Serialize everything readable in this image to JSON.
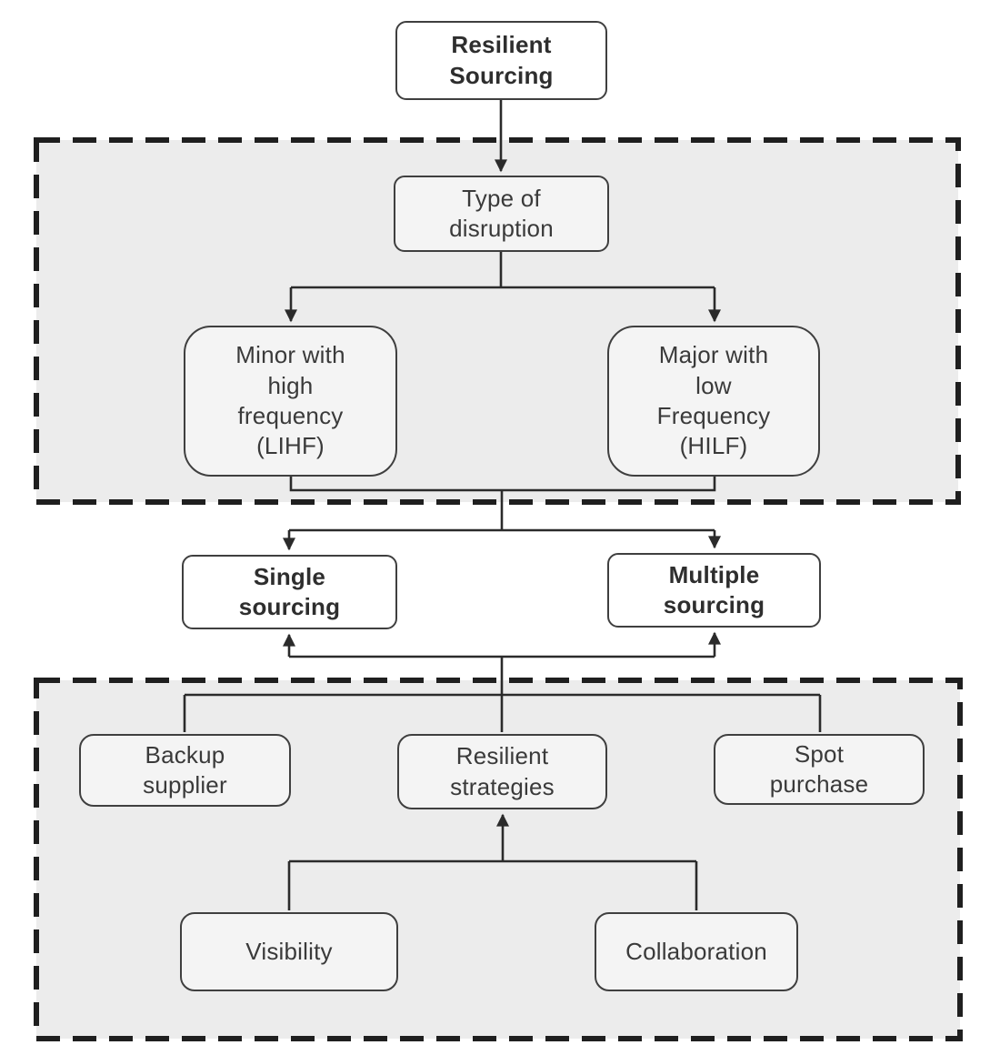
{
  "title": "Resilient Sourcing decision flowchart",
  "colors": {
    "background": "#ffffff",
    "region_fill": "#ececec",
    "region_dash": "#1f1f1f",
    "node_fill": "#f4f4f4",
    "node_fill_white": "#ffffff",
    "node_border": "#3f3f3f",
    "line": "#2b2b2b",
    "text": "#3a3a3a"
  },
  "diagram": {
    "regions": [
      {
        "name": "type-of-disruption-region"
      },
      {
        "name": "resilient-strategies-region"
      }
    ],
    "nodes": [
      {
        "id": "resilient-sourcing",
        "label": "Resilient\nSourcing",
        "emphasis": true
      },
      {
        "id": "type-of-disruption",
        "label": "Type of\ndisruption",
        "emphasis": false
      },
      {
        "id": "minor-high-frequency",
        "label": "Minor with\nhigh\nfrequency\n(LIHF)",
        "emphasis": false
      },
      {
        "id": "major-low-frequency",
        "label": "Major with\nlow\nFrequency\n(HILF)",
        "emphasis": false
      },
      {
        "id": "single-sourcing",
        "label": "Single\nsourcing",
        "emphasis": true
      },
      {
        "id": "multiple-sourcing",
        "label": "Multiple\nsourcing",
        "emphasis": true
      },
      {
        "id": "backup-supplier",
        "label": "Backup\nsupplier",
        "emphasis": false
      },
      {
        "id": "resilient-strategies",
        "label": "Resilient\nstrategies",
        "emphasis": false
      },
      {
        "id": "spot-purchase",
        "label": "Spot\npurchase",
        "emphasis": false
      },
      {
        "id": "visibility",
        "label": "Visibility",
        "emphasis": false
      },
      {
        "id": "collaboration",
        "label": "Collaboration",
        "emphasis": false
      }
    ]
  }
}
